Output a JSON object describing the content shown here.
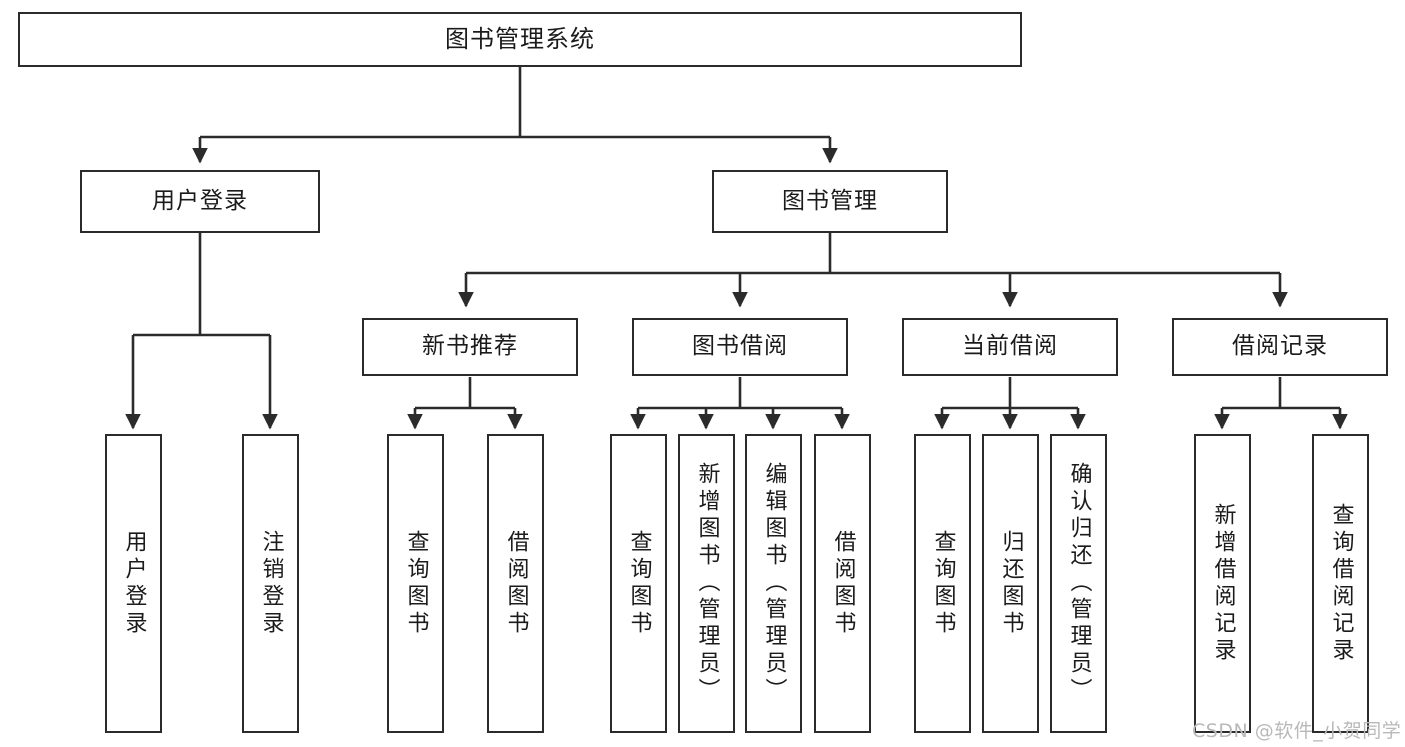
{
  "diagram": {
    "type": "tree-hierarchy",
    "title": "图书管理系统",
    "watermark": "CSDN @软件_小贺同学",
    "colors": {
      "box_border": "#2b2b2b",
      "box_fill": "#ffffff",
      "edge": "#2b2b2b",
      "text": "#1b1b1b",
      "watermark": "#b9b9b9",
      "background": "#ffffff"
    },
    "root": {
      "label": "图书管理系统"
    },
    "level1": [
      {
        "label": "用户登录"
      },
      {
        "label": "图书管理"
      }
    ],
    "level2": [
      {
        "label": "新书推荐"
      },
      {
        "label": "图书借阅"
      },
      {
        "label": "当前借阅"
      },
      {
        "label": "借阅记录"
      }
    ],
    "leaves": {
      "user_login": [
        {
          "label": "用户登录"
        },
        {
          "label": "注销登录"
        }
      ],
      "new_book_recommend": [
        {
          "label": "查询图书"
        },
        {
          "label": "借阅图书"
        }
      ],
      "book_borrow": [
        {
          "label": "查询图书"
        },
        {
          "label": "新增图书（管理员）"
        },
        {
          "label": "编辑图书（管理员）"
        },
        {
          "label": "借阅图书"
        }
      ],
      "current_borrow": [
        {
          "label": "查询图书"
        },
        {
          "label": "归还图书"
        },
        {
          "label": "确认归还（管理员）"
        }
      ],
      "borrow_record": [
        {
          "label": "新增借阅记录"
        },
        {
          "label": "查询借阅记录"
        }
      ]
    }
  }
}
